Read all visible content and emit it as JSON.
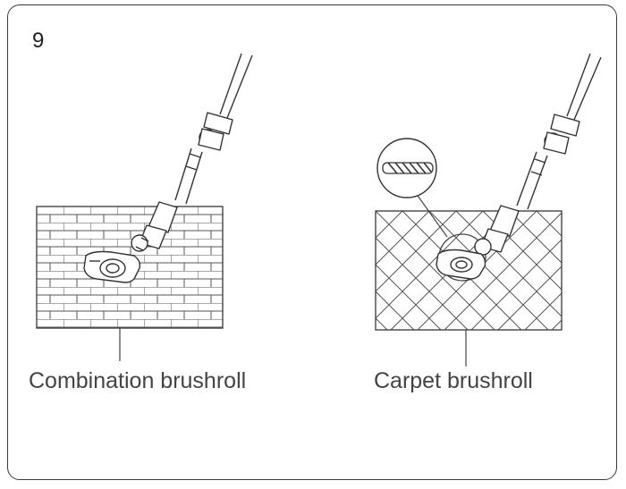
{
  "step": {
    "number": "9"
  },
  "panels": [
    {
      "caption": "Combination brushroll",
      "floor": "brick-pattern",
      "tool": "vacuum-cleaner-icon"
    },
    {
      "caption": "Carpet brushroll",
      "floor": "diamond-carpet-pattern",
      "tool": "vacuum-cleaner-icon",
      "detail": "brushroll-detail-icon"
    }
  ],
  "colors": {
    "line": "#3a3a3a",
    "text": "#444444"
  }
}
